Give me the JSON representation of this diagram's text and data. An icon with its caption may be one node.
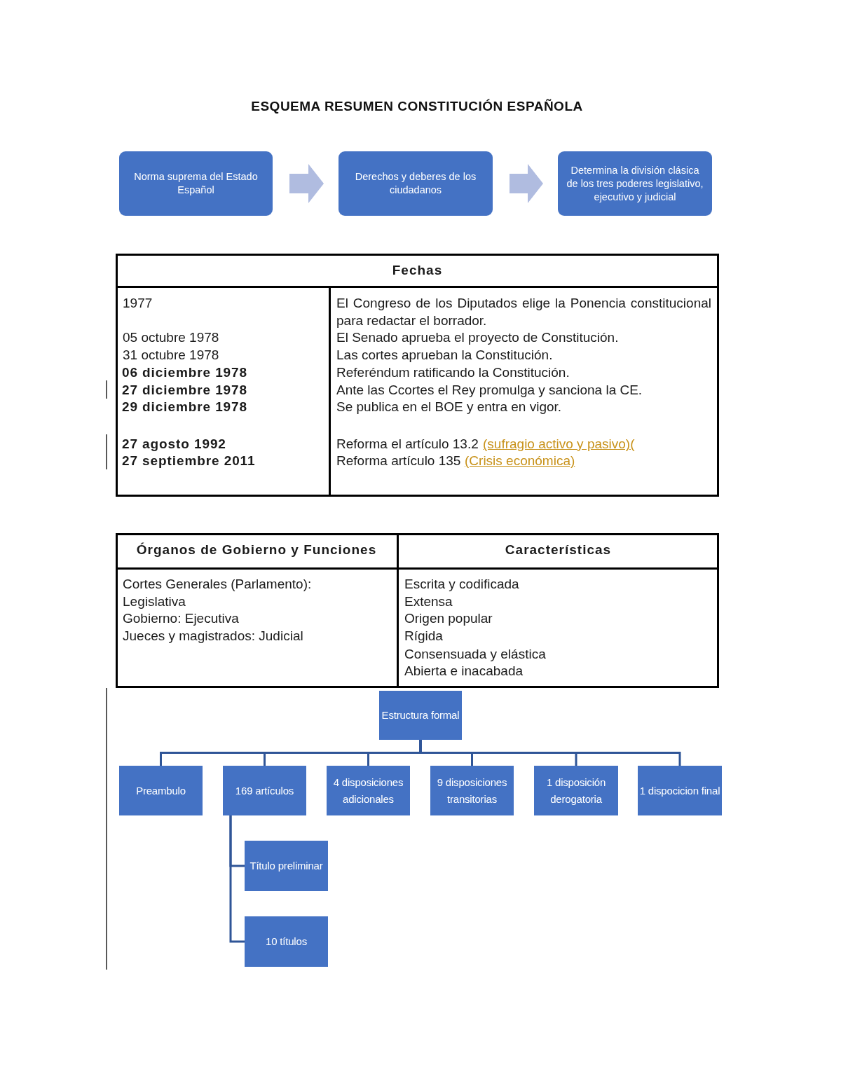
{
  "diagram": {
    "title": "ESQUEMA RESUMEN CONSTITUCIÓN ESPAÑOLA",
    "nodes": [
      {
        "text": [
          "Norma suprema del Estado Español"
        ]
      },
      {
        "text": [
          "Derechos y deberes de los ciudadanos"
        ]
      },
      {
        "text": [
          "Determina la división clásica de los tres poderes legislativo, ejecutivo y judicial"
        ]
      },
      {
        "text": [
          "Estructura formal"
        ]
      },
      {
        "text": [
          "Preambulo"
        ]
      },
      {
        "text": [
          "169 artículos"
        ]
      },
      {
        "text": [
          "4 disposiciones adicionales"
        ]
      },
      {
        "text": [
          "9 disposiciones transitorias"
        ]
      },
      {
        "text": [
          "1 disposición derogatoria"
        ]
      },
      {
        "text": [
          "1 dispocicion final"
        ]
      },
      {
        "text": [
          "Título preliminar"
        ]
      },
      {
        "text": [
          "10 títulos"
        ]
      }
    ],
    "edges": [
      {
        "from": 0,
        "to": 1,
        "arrow": "to"
      },
      {
        "from": 1,
        "to": 2,
        "arrow": "to"
      },
      {
        "from": 3,
        "to": 4,
        "arrow": "none"
      },
      {
        "from": 3,
        "to": 5,
        "arrow": "none"
      },
      {
        "from": 3,
        "to": 6,
        "arrow": "none"
      },
      {
        "from": 3,
        "to": 7,
        "arrow": "none"
      },
      {
        "from": 3,
        "to": 8,
        "arrow": "none"
      },
      {
        "from": 3,
        "to": 9,
        "arrow": "none"
      },
      {
        "from": 5,
        "to": 10,
        "arrow": "none"
      },
      {
        "from": 5,
        "to": 11,
        "arrow": "none"
      }
    ],
    "labels": [
      "Fechas",
      "1977",
      "05 octubre 1978",
      "31 octubre 1978",
      "06 diciembre 1978",
      "27 diciembre 1978",
      "29 diciembre 1978",
      "27 agosto 1992",
      "27 septiembre 2011",
      "El Congreso de los Diputados elige la Ponencia constitucional para redactar el borrador.",
      "El Senado aprueba el proyecto de Constitución.",
      "Las cortes aprueban la Constitución.",
      "Referéndum ratificando la Constitución.",
      "Ante las Ccortes el Rey promulga y sanciona la CE.",
      "Se publica en el BOE y entra en vigor.",
      "Reforma el artículo 13.2",
      "(sufragio activo y pasivo)(",
      "Reforma artículo 135",
      "(Crisis económica)",
      "Órganos de Gobierno y Funciones",
      "Características",
      "Cortes Generales (Parlamento): Legislativa",
      "Gobierno: Ejecutiva",
      "Jueces y magistrados: Judicial",
      "Escrita y codificada",
      "Extensa",
      "Origen popular",
      "Rígida",
      "Consensuada y elástica",
      "Abierta e inacabada"
    ]
  }
}
